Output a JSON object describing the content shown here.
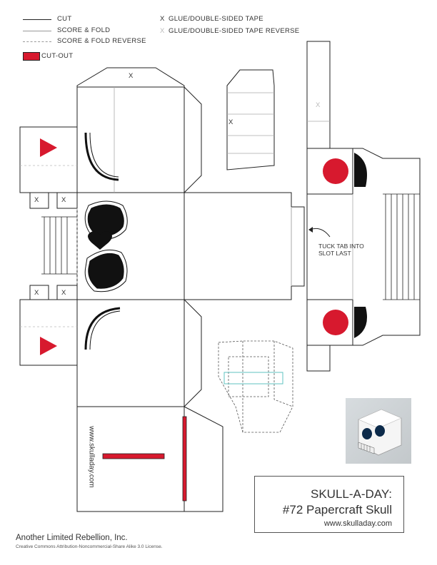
{
  "legend": {
    "cut": "CUT",
    "score_fold": "SCORE & FOLD",
    "score_fold_reverse": "SCORE & FOLD REVERSE",
    "cut_out": "CUT-OUT",
    "glue": "GLUE/DOUBLE-SIDED TAPE",
    "glue_reverse": "GLUE/DOUBLE-SIDED TAPE REVERSE",
    "glue_mark": "X",
    "glue_reverse_mark": "X"
  },
  "template": {
    "glue_mark": "X",
    "tuck_note": "TUCK TAB INTO SLOT LAST",
    "vertical_url": "www.skulladay.com"
  },
  "title_box": {
    "line1": "SKULL-A-DAY:",
    "line2": "#72 Papercraft Skull",
    "url": "www.skulladay.com"
  },
  "footer": {
    "company": "Another Limited Rebellion, Inc.",
    "license": "Creative Commons Attribution-Noncommercial-Share Alike 3.0 License."
  },
  "colors": {
    "cutout_red": "#d7192e",
    "line": "#222222",
    "model_blue": "#5fc3c0"
  }
}
